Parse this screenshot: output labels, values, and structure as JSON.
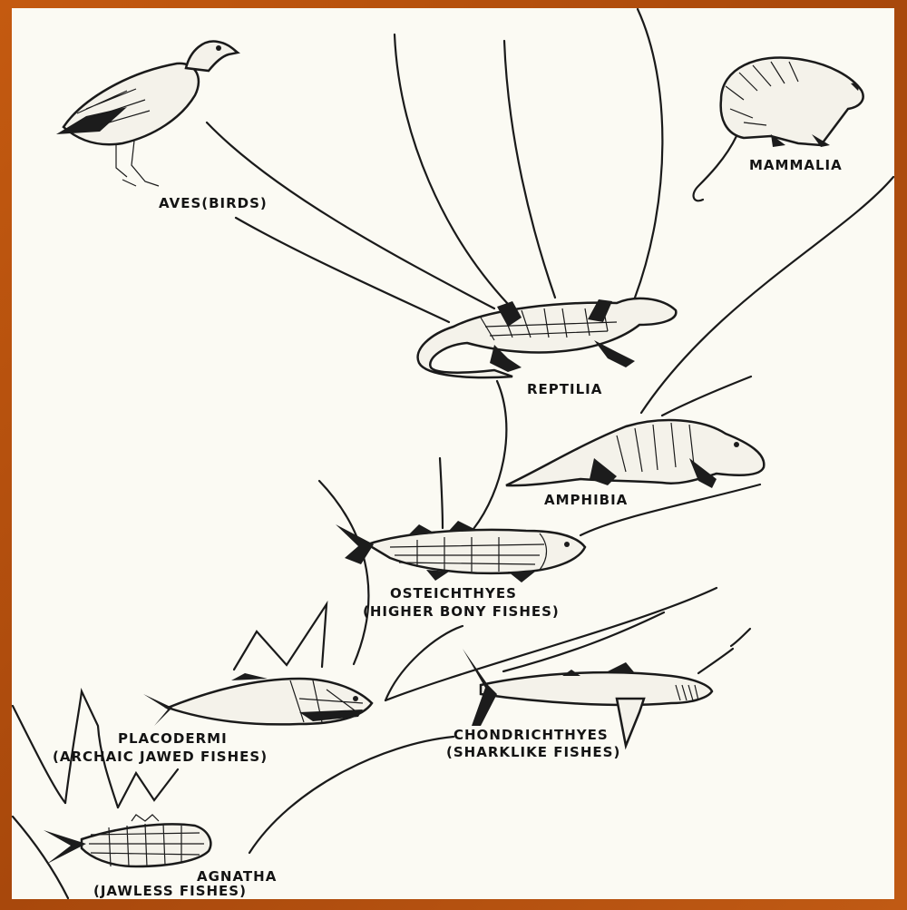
{
  "labels": {
    "aves": "AVES(BIRDS)",
    "mammalia": "MAMMALIA",
    "reptilia": "REPTILIA",
    "amphibia": "AMPHIBIA",
    "osteichthyes": "OSTEICHTHYES",
    "osteichthyes_sub": "(HIGHER BONY FISHES)",
    "placodermi": "PLACODERMI",
    "placodermi_sub": "(ARCHAIC JAWED FISHES)",
    "chondrichthyes": "CHONDRICHTHYES",
    "chondrichthyes_sub": "(SHARKLIKE FISHES)",
    "agnatha": "AGNATHA",
    "agnatha_sub": "(JAWLESS FISHES)"
  },
  "colors": {
    "frame": "#b8520e",
    "paper": "#fbfaf3",
    "ink": "#1a1a1a"
  },
  "icons": [
    "bird-illustration",
    "opossum-illustration",
    "lizard-illustration",
    "amphibian-illustration",
    "bony-fish-illustration",
    "placoderm-illustration",
    "shark-illustration",
    "jawless-fish-illustration"
  ]
}
